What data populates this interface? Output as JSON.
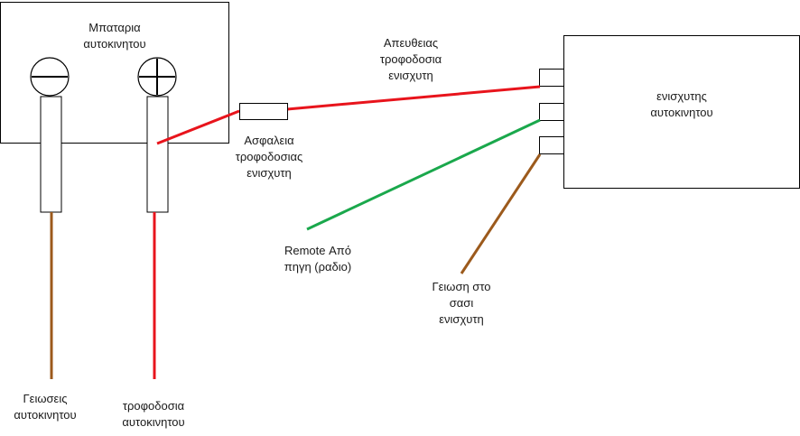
{
  "colors": {
    "outline": "#000000",
    "power_wire": "#e8141c",
    "remote_wire": "#1aa84c",
    "ground_wire": "#9c5a1c",
    "background": "#ffffff"
  },
  "labels": {
    "battery": [
      "Μπαταρια",
      "αυτοκινητου"
    ],
    "amplifier": [
      "ενισχυτης",
      "αυτοκινητου"
    ],
    "direct_supply": [
      "Απευθειας",
      "τροφοδοσια",
      "ενισχυτη"
    ],
    "fuse": [
      "Ασφαλεια",
      "τροφοδοσιας",
      "ενισχυτη"
    ],
    "remote": [
      "Remote Από",
      "πηγη (ραδιο)"
    ],
    "chassis_ground": [
      "Γειωση στο",
      "σασι",
      "ενισχυτη"
    ],
    "car_grounds": [
      "Γειωσεις",
      "αυτοκινητου"
    ],
    "car_supply": [
      "τροφοδοσια",
      "αυτοκινητου"
    ]
  },
  "icons": {
    "negative_terminal": "minus-in-circle",
    "positive_terminal": "plus-in-circle",
    "fuse": "fuse-rectangle"
  }
}
